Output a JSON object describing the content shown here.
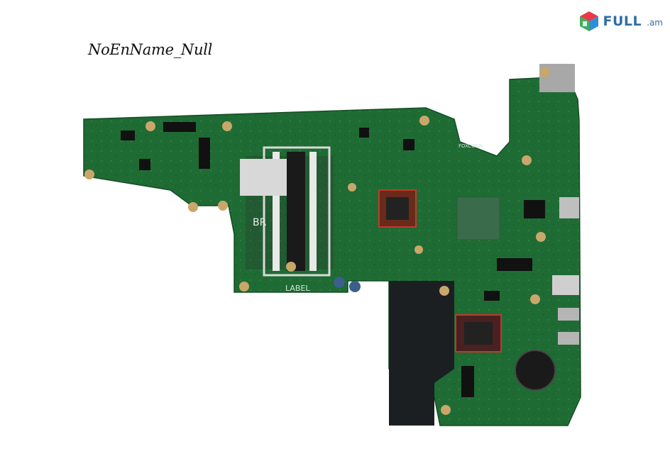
{
  "watermark": {
    "text": "NoEnName_Null"
  },
  "brand": {
    "name": "FULL",
    "tld": ".am",
    "logo_icon": "store-cube-icon",
    "color": "#2f6ea6"
  },
  "board": {
    "labels": {
      "label_print": "LABEL",
      "br_sticker": "BR",
      "foxconn": "FOXCONN"
    },
    "colors": {
      "pcb": "#1f6b34",
      "pcb_light": "#2a8042",
      "chip": "#1c1c1c",
      "solder": "#c7a96a"
    }
  }
}
